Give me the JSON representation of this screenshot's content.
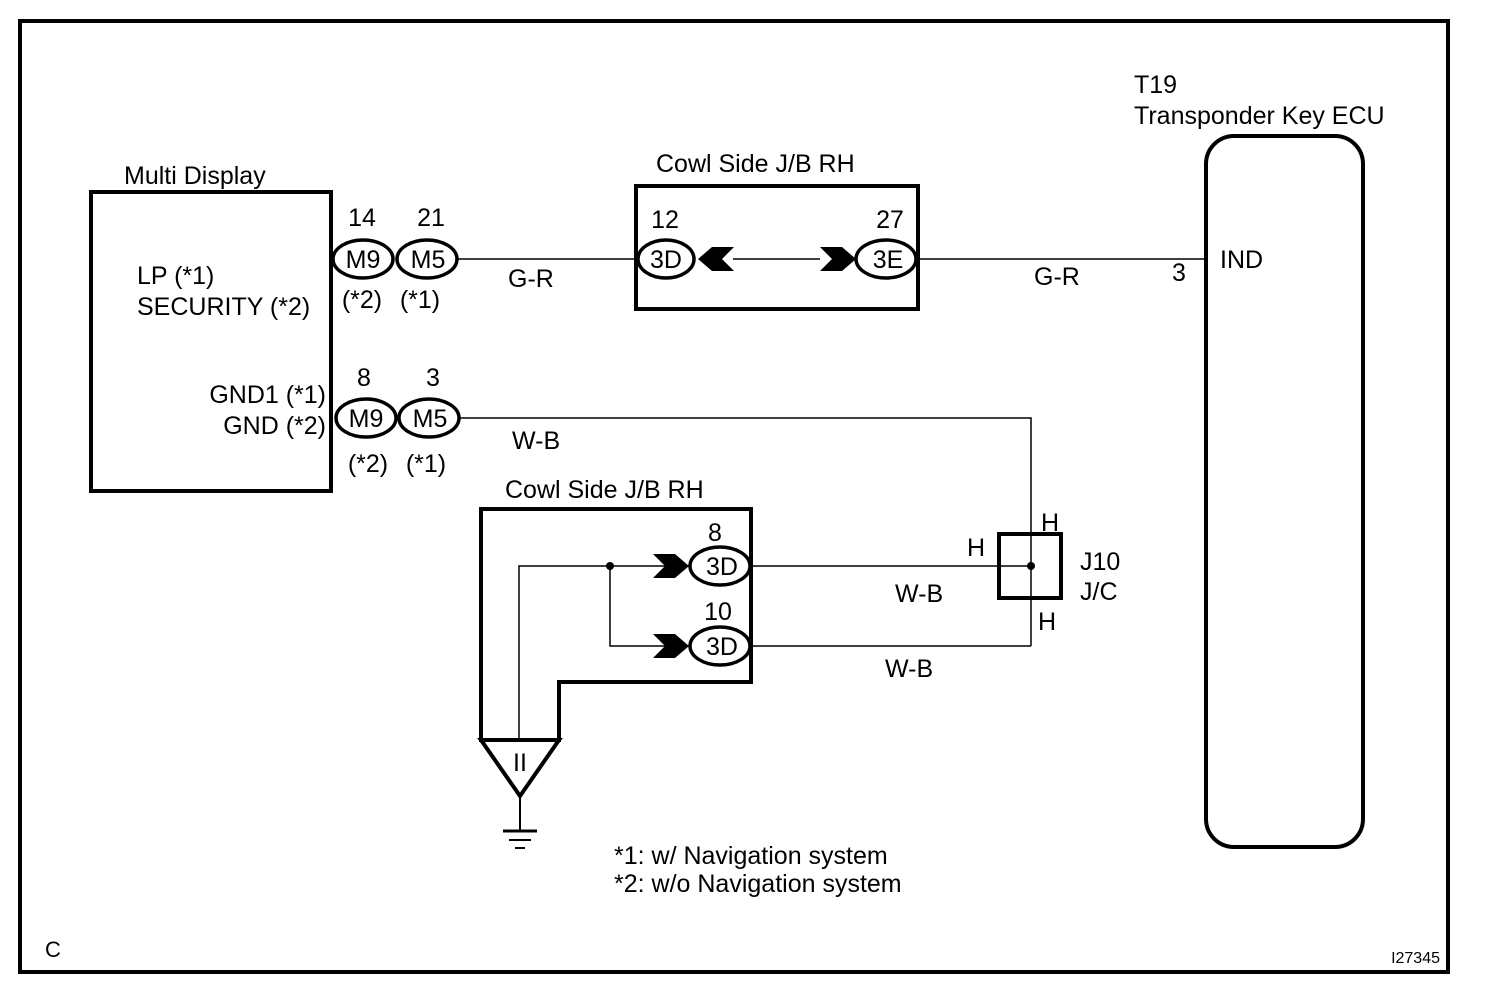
{
  "diagram": {
    "corner_label": "C",
    "figure_id": "I27345",
    "components": {
      "multi_display": {
        "title": "Multi Display",
        "pins": {
          "lp": "LP (*1)",
          "security": "SECURITY (*2)",
          "gnd1": "GND1 (*1)",
          "gnd": "GND (*2)"
        }
      },
      "cowl_jb_upper": {
        "title": "Cowl Side J/B RH",
        "left_connector": {
          "id": "3D",
          "pin": "12"
        },
        "right_connector": {
          "id": "3E",
          "pin": "27"
        }
      },
      "cowl_jb_lower": {
        "title": "Cowl Side J/B RH",
        "top_connector": {
          "id": "3D",
          "pin": "8"
        },
        "bottom_connector": {
          "id": "3D",
          "pin": "10"
        },
        "ground_symbol": "II"
      },
      "transponder_ecu": {
        "code": "T19",
        "title": "Transponder Key ECU",
        "pin_label": "IND",
        "pin_number": "3"
      },
      "junction_connector": {
        "code": "J10",
        "type": "J/C",
        "terminal_top": "H",
        "terminal_left": "H",
        "terminal_bottom": "H"
      }
    },
    "connectors": {
      "upper_m9": {
        "id": "M9",
        "pin": "14",
        "variant": "(*2)"
      },
      "upper_m5": {
        "id": "M5",
        "pin": "21",
        "variant": "(*1)"
      },
      "lower_m9": {
        "id": "M9",
        "pin": "8",
        "variant": "(*2)"
      },
      "lower_m5": {
        "id": "M5",
        "pin": "3",
        "variant": "(*1)"
      }
    },
    "wires": {
      "gr_left": "G-R",
      "gr_right": "G-R",
      "wb_top": "W-B",
      "wb_mid": "W-B",
      "wb_bottom": "W-B"
    },
    "notes": [
      "*1: w/ Navigation system",
      "*2: w/o Navigation system"
    ]
  }
}
